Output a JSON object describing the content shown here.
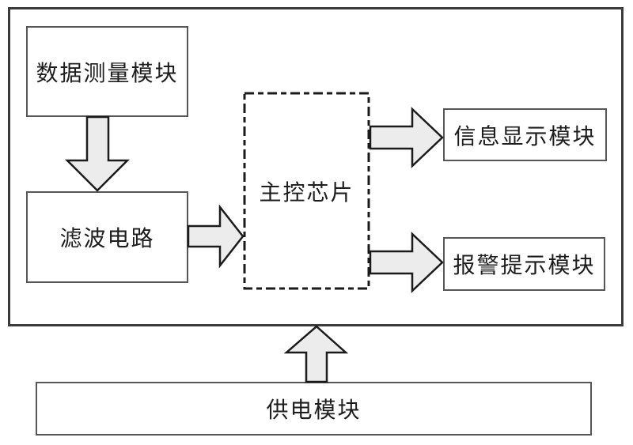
{
  "diagram": {
    "type": "block-diagram",
    "background": "#ffffff",
    "blocks": {
      "data_measurement": {
        "label": "数据测量模块",
        "border": "solid"
      },
      "filter_circuit": {
        "label": "滤波电路",
        "border": "solid"
      },
      "main_chip": {
        "label": "主控芯片",
        "border": "dashed"
      },
      "info_display": {
        "label": "信息显示模块",
        "border": "solid"
      },
      "alarm_prompt": {
        "label": "报警提示模块",
        "border": "solid"
      },
      "power_supply": {
        "label": "供电模块",
        "border": "solid"
      }
    },
    "connections": [
      {
        "from": "data_measurement",
        "to": "filter_circuit",
        "direction": "down",
        "style": "block-arrow"
      },
      {
        "from": "filter_circuit",
        "to": "main_chip",
        "direction": "right",
        "style": "block-arrow"
      },
      {
        "from": "main_chip",
        "to": "info_display",
        "direction": "right",
        "style": "block-arrow"
      },
      {
        "from": "main_chip",
        "to": "alarm_prompt",
        "direction": "right",
        "style": "block-arrow"
      },
      {
        "from": "power_supply",
        "to": "system_frame",
        "direction": "up",
        "style": "block-arrow"
      }
    ],
    "colors": {
      "arrow_fill": "#ececec",
      "outline": "#1b1b1b",
      "box_border": "#565656",
      "frame_border": "#3b3b3b",
      "text": "#1d1d1d"
    }
  }
}
